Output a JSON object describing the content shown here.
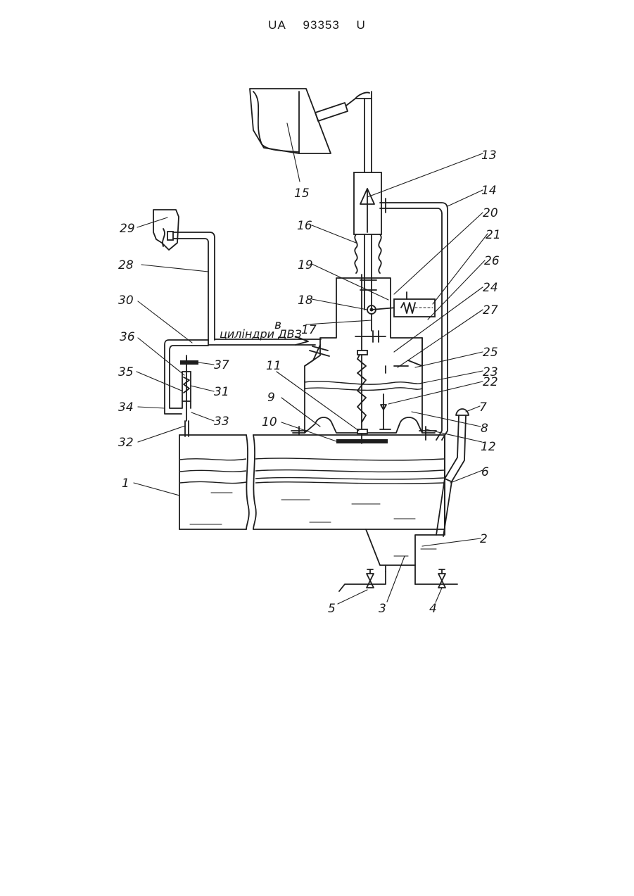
{
  "document": {
    "country": "UA",
    "number": "93353",
    "kind": "U"
  },
  "figure": {
    "flow_label_line1": "в",
    "flow_label_line2": "циліндри ДВЗ",
    "callouts": [
      "1",
      "2",
      "3",
      "4",
      "5",
      "6",
      "7",
      "8",
      "9",
      "10",
      "11",
      "12",
      "13",
      "14",
      "15",
      "16",
      "17",
      "18",
      "19",
      "20",
      "21",
      "22",
      "23",
      "24",
      "25",
      "26",
      "27",
      "28",
      "29",
      "30",
      "31",
      "32",
      "33",
      "34",
      "35",
      "36",
      "37"
    ]
  }
}
